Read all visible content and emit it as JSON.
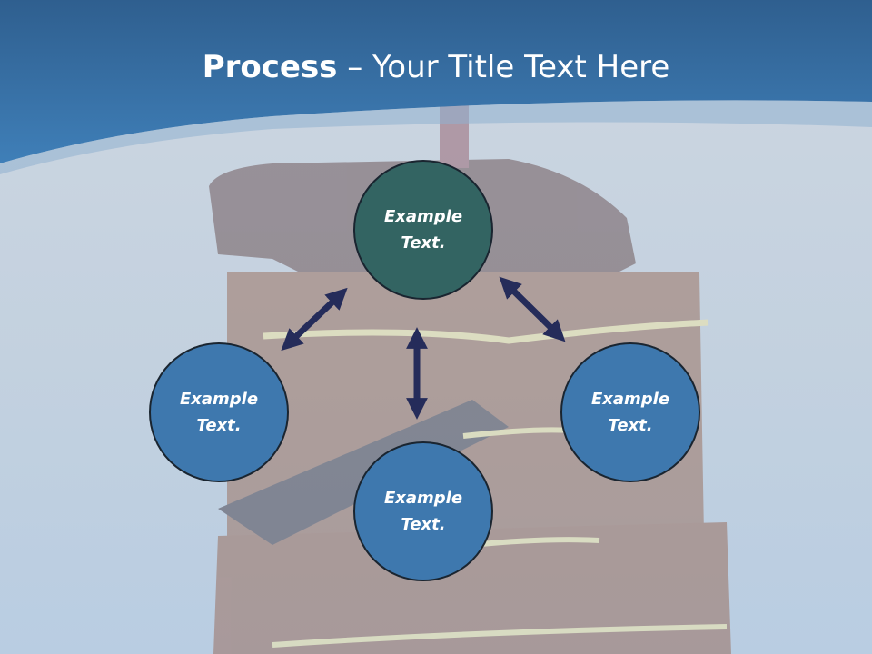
{
  "title": {
    "bold": "Process",
    "rest": " – Your Title Text Here"
  },
  "nodes": [
    {
      "id": "top",
      "text": "Example\nText.",
      "fill": "teal"
    },
    {
      "id": "left",
      "text": "Example\nText.",
      "fill": "blue"
    },
    {
      "id": "bottom",
      "text": "Example\nText.",
      "fill": "blue"
    },
    {
      "id": "right",
      "text": "Example\nText.",
      "fill": "blue"
    }
  ],
  "colors": {
    "header": "#3a73ad",
    "node_blue": "#3e78ae",
    "node_teal": "#336462",
    "arrow": "#252c5a"
  }
}
